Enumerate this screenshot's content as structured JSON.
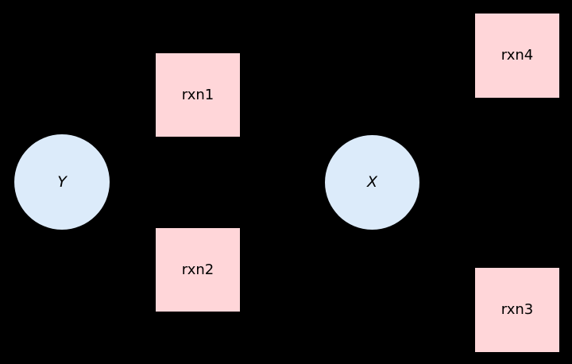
{
  "diagram": {
    "background": "#000000",
    "metabolites": [
      {
        "label": "Y"
      },
      {
        "label": "X"
      }
    ],
    "reactions": [
      {
        "label": "rxn1"
      },
      {
        "label": "rxn2"
      },
      {
        "label": "rxn3"
      },
      {
        "label": "rxn4"
      }
    ],
    "colors": {
      "metabolite_fill": "#dcebfa",
      "reaction_fill": "#ffd6d9",
      "label_text": "#000000"
    }
  }
}
